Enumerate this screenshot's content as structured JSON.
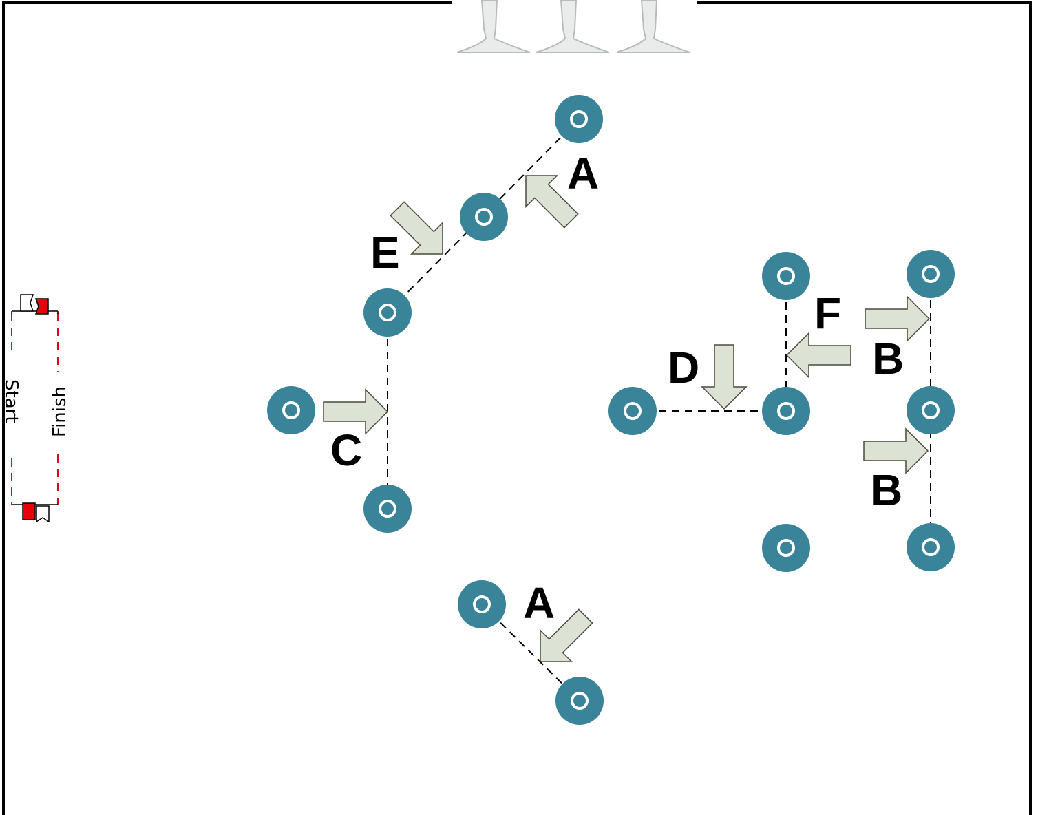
{
  "labels": {
    "a_top": "A",
    "a_bottom": "A",
    "b_upper": "B",
    "b_lower": "B",
    "c": "C",
    "d": "D",
    "e": "E",
    "f": "F",
    "start": "Start",
    "finish": "Finish"
  },
  "colors": {
    "pole": "#3a8499",
    "arrow_fill": "#dde3d4",
    "arrow_stroke": "#4a4a3f",
    "flag_red": "#e8000b",
    "boundary": "#000000",
    "start_finish_line": "#e3001b"
  },
  "icons": [
    "pole-icon",
    "arrow-icon",
    "flag-icon",
    "judges-stand-icon"
  ]
}
